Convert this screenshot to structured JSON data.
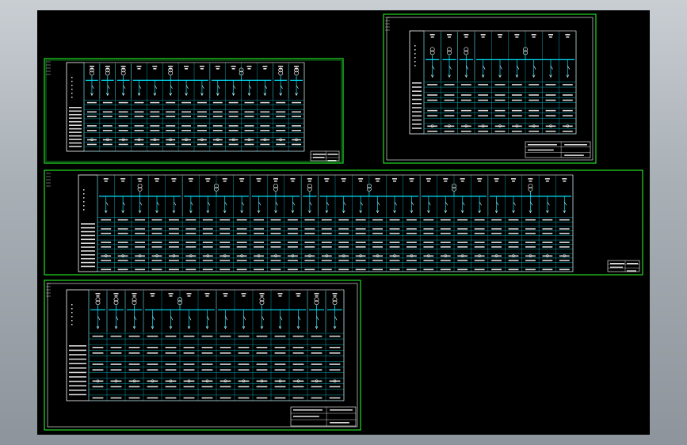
{
  "viewport": {
    "background": "#000000"
  },
  "colors": {
    "frame": "#22dd22",
    "inner_frame": "#ffffff",
    "busbar": "#00e5ff",
    "grid": "#00c8d8",
    "text": "#ffffff",
    "accent": "#22ee44"
  },
  "sheets": [
    {
      "id": "sheet-1",
      "kind": "switchgear-diagram-wide",
      "cabinets": 14
    },
    {
      "id": "sheet-2",
      "kind": "switchgear-diagram-small",
      "cabinets": 9
    },
    {
      "id": "sheet-3",
      "kind": "switchgear-diagram-long",
      "cabinets": 28
    },
    {
      "id": "sheet-4",
      "kind": "switchgear-diagram-wide",
      "cabinets": 14
    }
  ]
}
